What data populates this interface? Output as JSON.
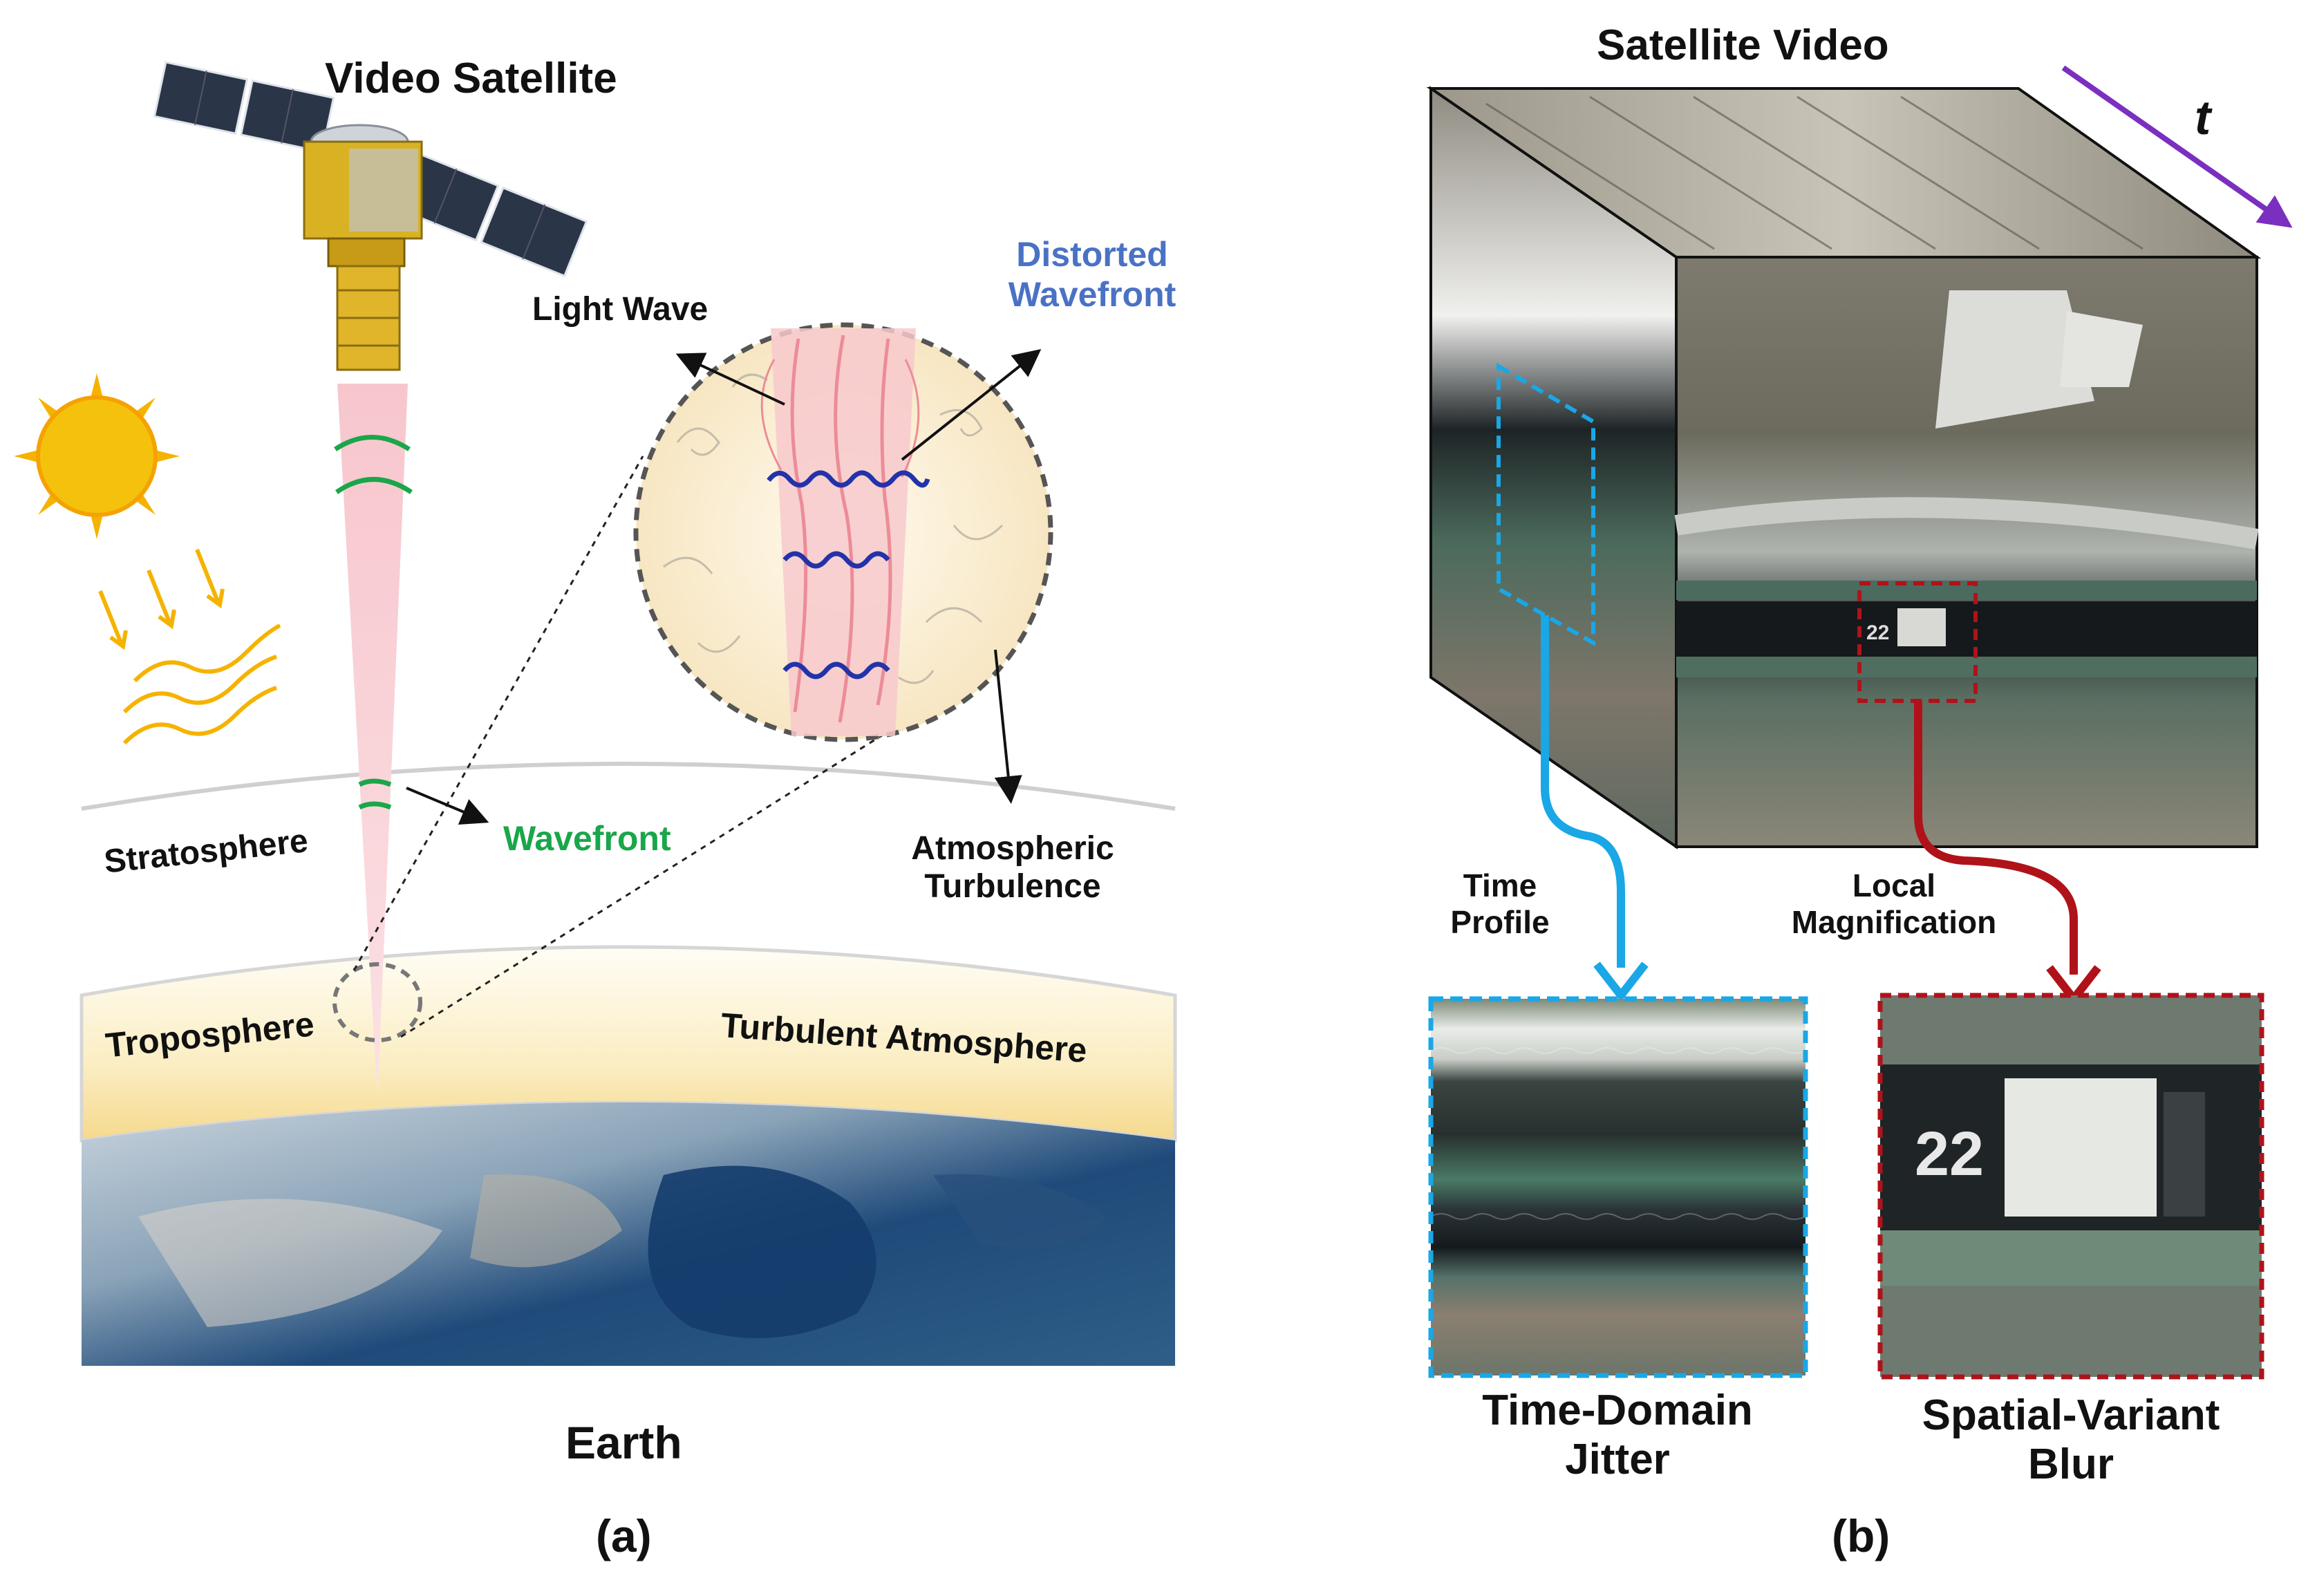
{
  "panel_a": {
    "title": "Video Satellite",
    "light_wave": "Light Wave",
    "distorted_wavefront": [
      "Distorted",
      "Wavefront"
    ],
    "wavefront": "Wavefront",
    "stratosphere": "Stratosphere",
    "troposphere": "Troposphere",
    "atmospheric_turbulence": [
      "Atmospheric",
      "Turbulence"
    ],
    "turbulent_atmosphere": "Turbulent Atmosphere",
    "earth": "Earth",
    "caption": "(a)"
  },
  "panel_b": {
    "title": "Satellite Video",
    "time_axis": "t",
    "time_profile": [
      "Time",
      "Profile"
    ],
    "local_magnification": [
      "Local",
      "Magnification"
    ],
    "time_domain_jitter": [
      "Time-Domain",
      "Jitter"
    ],
    "spatial_variant_blur": [
      "Spatial-Variant",
      "Blur"
    ],
    "caption": "(b)"
  },
  "colors": {
    "wavefront_green": "#1aa64a",
    "distorted_blue": "#2233aa",
    "distorted_label_blue": "#4a72c4",
    "time_arrow_purple": "#7a2fc0",
    "jitter_cyan": "#19a7e6",
    "blur_red": "#b0121a",
    "beam_pink": "#f6c9cf",
    "sun_orange": "#f5b300"
  }
}
